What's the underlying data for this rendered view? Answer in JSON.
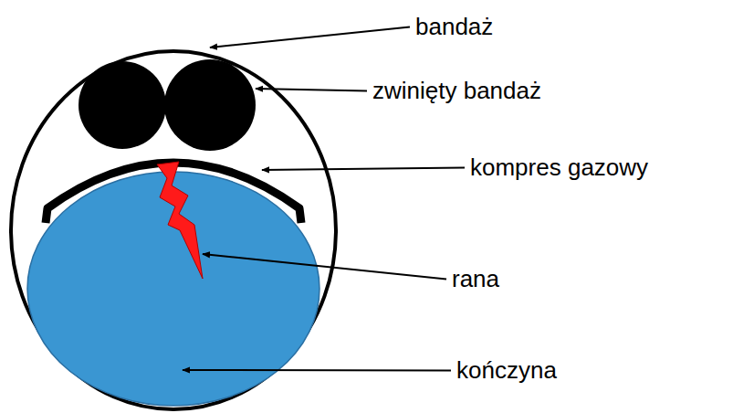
{
  "diagram": {
    "labels": [
      "bandaż",
      "zwinięty bandaż",
      "kompres gazowy",
      "rana",
      "kończyna"
    ]
  }
}
